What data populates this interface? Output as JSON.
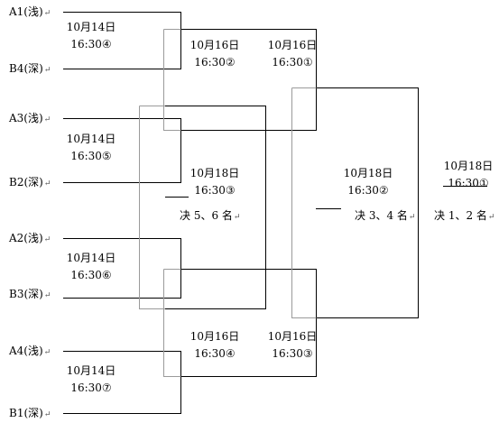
{
  "colors": {
    "line": "#000000",
    "box": "#9a9a9a",
    "background": "#ffffff",
    "return_mark": "#555555"
  },
  "return_mark": "↵",
  "teams": [
    "A1(浅)",
    "B4(深)",
    "A3(浅)",
    "B2(深)",
    "A2(浅)",
    "B3(深)",
    "A4(浅)",
    "B1(深)"
  ],
  "matches": [
    {
      "date": "10月14日",
      "time": "16:30④"
    },
    {
      "date": "10月14日",
      "time": "16:30⑤"
    },
    {
      "date": "10月14日",
      "time": "16:30⑥"
    },
    {
      "date": "10月14日",
      "time": "16:30⑦"
    },
    {
      "date": "10月16日",
      "time": "16:30②"
    },
    {
      "date": "10月16日",
      "time": "16:30①"
    },
    {
      "date": "10月18日",
      "time": "16:30③",
      "note": "决 5、6 名"
    },
    {
      "date": "10月18日",
      "time": "16:30②",
      "note": "决 3、4 名"
    },
    {
      "date": "10月18日",
      "time": "16:30①",
      "note": "决 1、2 名"
    },
    {
      "date": "10月16日",
      "time": "16:30④"
    },
    {
      "date": "10月16日",
      "time": "16:30③"
    }
  ]
}
